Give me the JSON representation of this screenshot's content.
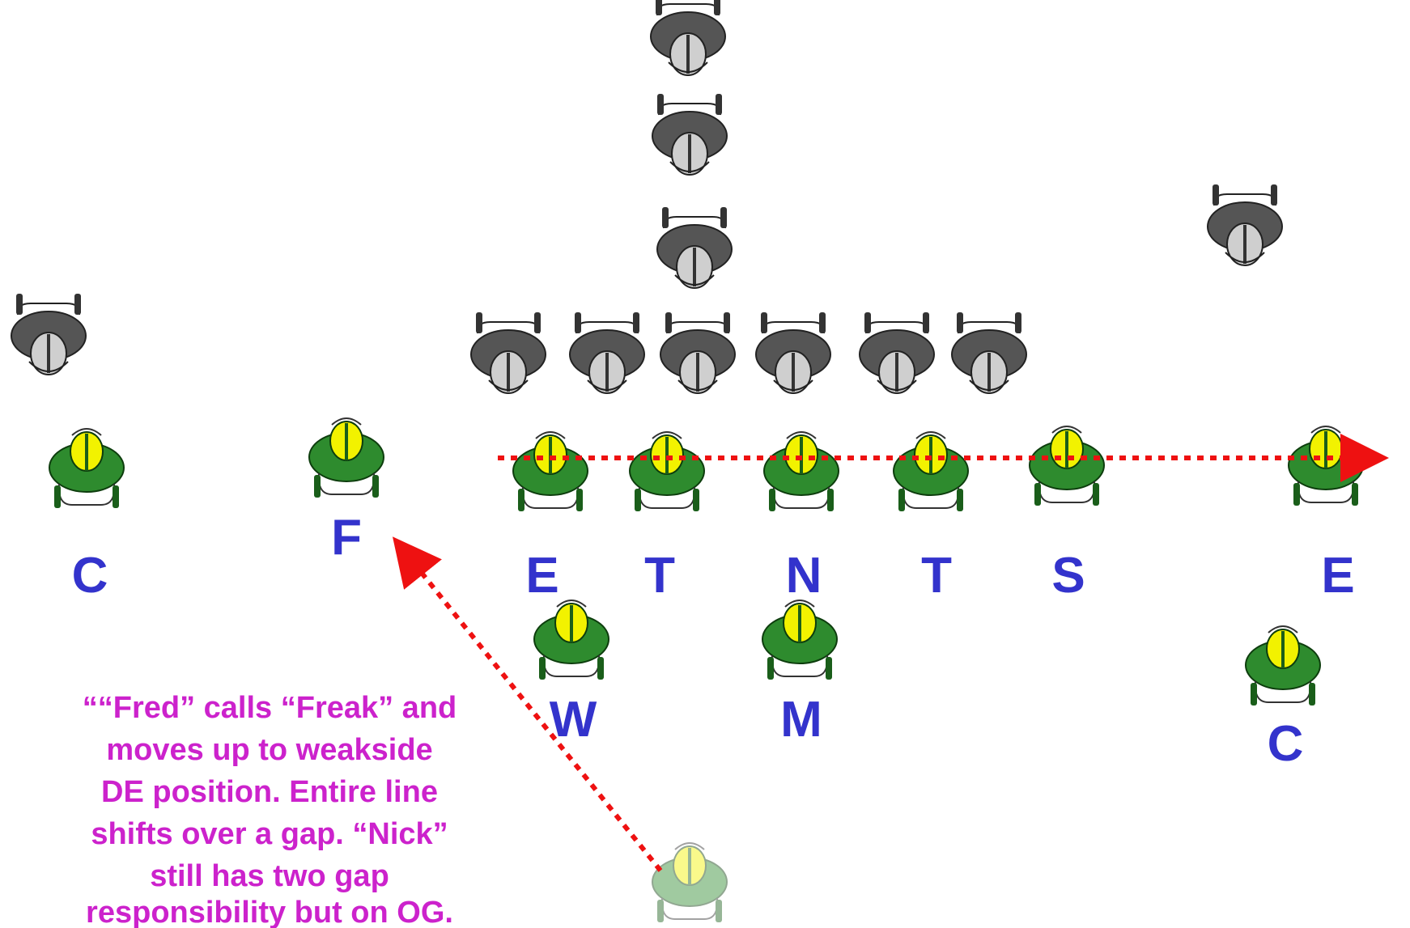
{
  "colors": {
    "offense_body": "#555555",
    "offense_helmet": "#cfcfcf",
    "defense_body": "#2e8b2e",
    "defense_helmet": "#f2f200",
    "label": "#3333cc",
    "note": "#cc22cc",
    "arrow": "#ee1111"
  },
  "labels": {
    "c_left": "C",
    "f": "F",
    "e_left": "E",
    "t_left": "T",
    "n": "N",
    "t_right": "T",
    "s": "S",
    "e_right": "E",
    "w": "W",
    "m": "M",
    "c_right": "C"
  },
  "note": {
    "lines": [
      "““Fred” calls “Freak” and",
      "moves up to weakside",
      "DE position.  Entire line",
      "shifts over a gap.  “Nick”",
      "still has two gap",
      "responsibility but on OG."
    ]
  }
}
